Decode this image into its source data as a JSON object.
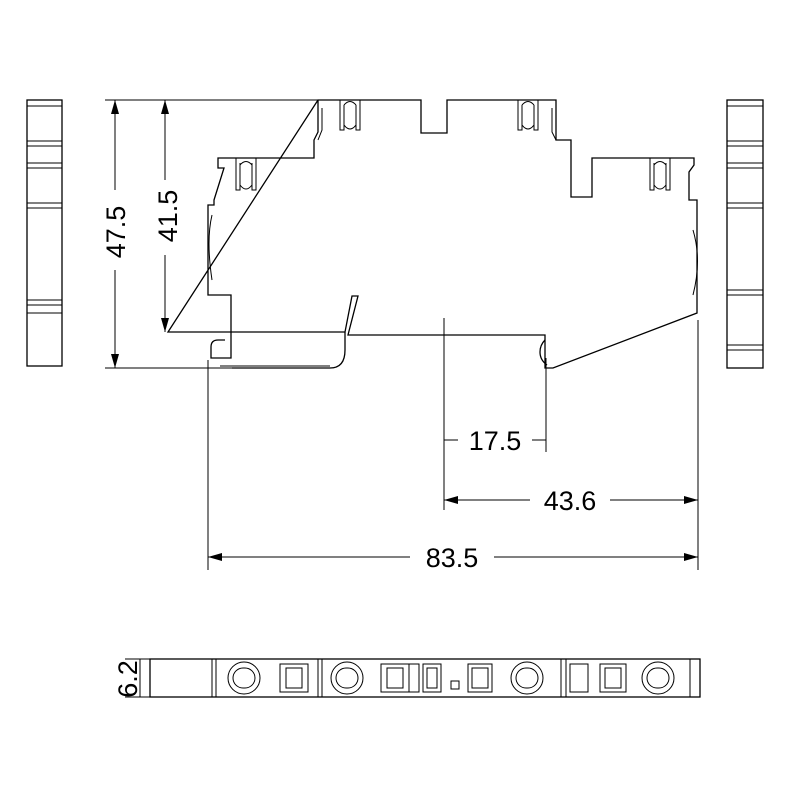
{
  "dimensions": {
    "height_overall": "47.5",
    "height_to_rail": "41.5",
    "offset_small": "17.5",
    "offset_medium": "43.6",
    "length_overall": "83.5",
    "width_top_view": "6.2"
  }
}
